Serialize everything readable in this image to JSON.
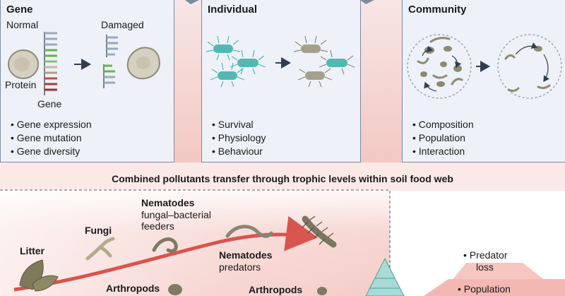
{
  "banner": "Combined pollutants transfer through trophic levels within soil food web",
  "panels": {
    "gene": {
      "title": "Gene",
      "normal": "Normal",
      "damaged": "Damaged",
      "protein": "Protein",
      "gene_label": "Gene",
      "bullets": [
        "• Gene expression",
        "• Gene mutation",
        "• Gene diversity"
      ]
    },
    "individual": {
      "title": "Individual",
      "bullets": [
        "• Survival",
        "• Physiology",
        "• Behaviour"
      ]
    },
    "community": {
      "title": "Community",
      "bullets": [
        "• Composition",
        "• Population",
        "• Interaction"
      ]
    }
  },
  "foodweb": {
    "litter": "Litter",
    "fungi": "Fungi",
    "nem_feeders_title": "Nematodes",
    "nem_feeders_sub1": "fungal–bacterial",
    "nem_feeders_sub2": "feeders",
    "nem_pred_title": "Nematodes",
    "nem_pred_sub": "predators",
    "arthropods_left": "Arthropods",
    "arthropods_right": "Arthropods"
  },
  "effects": {
    "predator_line1": "• Predator",
    "predator_line2": "loss",
    "population": "• Population"
  },
  "colors": {
    "panel_bg": "#eef1f7",
    "panel_border": "#7c8aa0",
    "cell_teal": "#52b9b2",
    "cell_olive": "#a4a08c",
    "arrow_red": "#d8544e",
    "band_pink": "#f7d4d0",
    "dark_arrow": "#2f3e52"
  }
}
